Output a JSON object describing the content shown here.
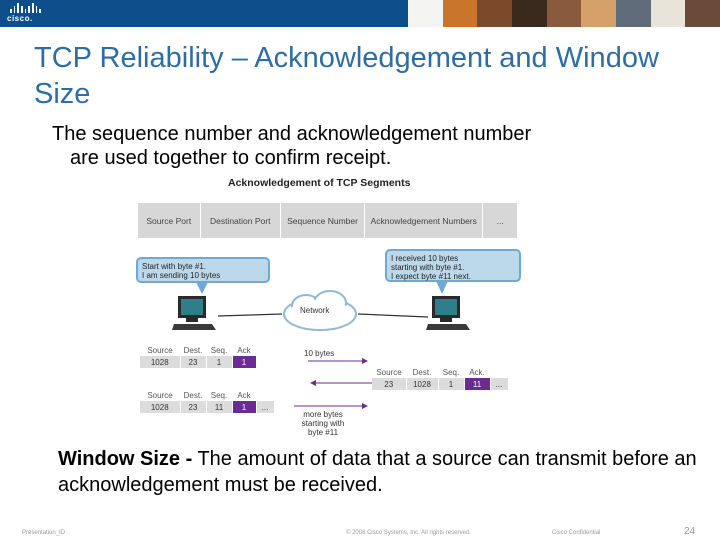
{
  "header": {
    "logo_text": "cisco.",
    "title": "TCP Reliability – Acknowledgement and Window Size"
  },
  "body": {
    "line1": "The sequence number and acknowledgement number",
    "line1_cont": "are used together to confirm receipt.",
    "window_term": "Window Size -",
    "window_def": " The amount of data that a source can transmit before an acknowledgement must be received."
  },
  "diagram": {
    "title": "Acknowledgement of TCP Segments",
    "header_fields": [
      "Source Port",
      "Destination Port",
      "Sequence Number",
      "Acknowledgement Numbers",
      "..."
    ],
    "left_bubble": [
      "Start with byte #1.",
      "I am sending 10 bytes"
    ],
    "right_bubble": [
      "I received 10 bytes",
      "starting with byte #1.",
      "I expect byte #11 next."
    ],
    "network_label": "Network",
    "segment1": {
      "headers": [
        "Source",
        "Dest.",
        "Seq.",
        "Ack"
      ],
      "values": [
        "1028",
        "23",
        "1",
        "1"
      ]
    },
    "arrow1_label": "10 bytes",
    "segment2": {
      "headers": [
        "Source",
        "Dest.",
        "Seq.",
        "Ack."
      ],
      "values": [
        "23",
        "1028",
        "1",
        "11",
        "..."
      ]
    },
    "segment3": {
      "headers": [
        "Source",
        "Dest.",
        "Seq.",
        "Ack"
      ],
      "values": [
        "1028",
        "23",
        "11",
        "1",
        "..."
      ]
    },
    "arrow3_label": [
      "more bytes",
      "starting with",
      "byte #11"
    ]
  },
  "footer": {
    "left": "Presentation_ID",
    "center": "© 2008 Cisco Systems, Inc. All rights reserved.",
    "right": "Cisco Confidential",
    "page": "24"
  },
  "colors": {
    "title": "#2e6da4",
    "banner": "#0d4f8a",
    "highlight": "#6b2c91",
    "bubble": "#bcd9ec"
  }
}
